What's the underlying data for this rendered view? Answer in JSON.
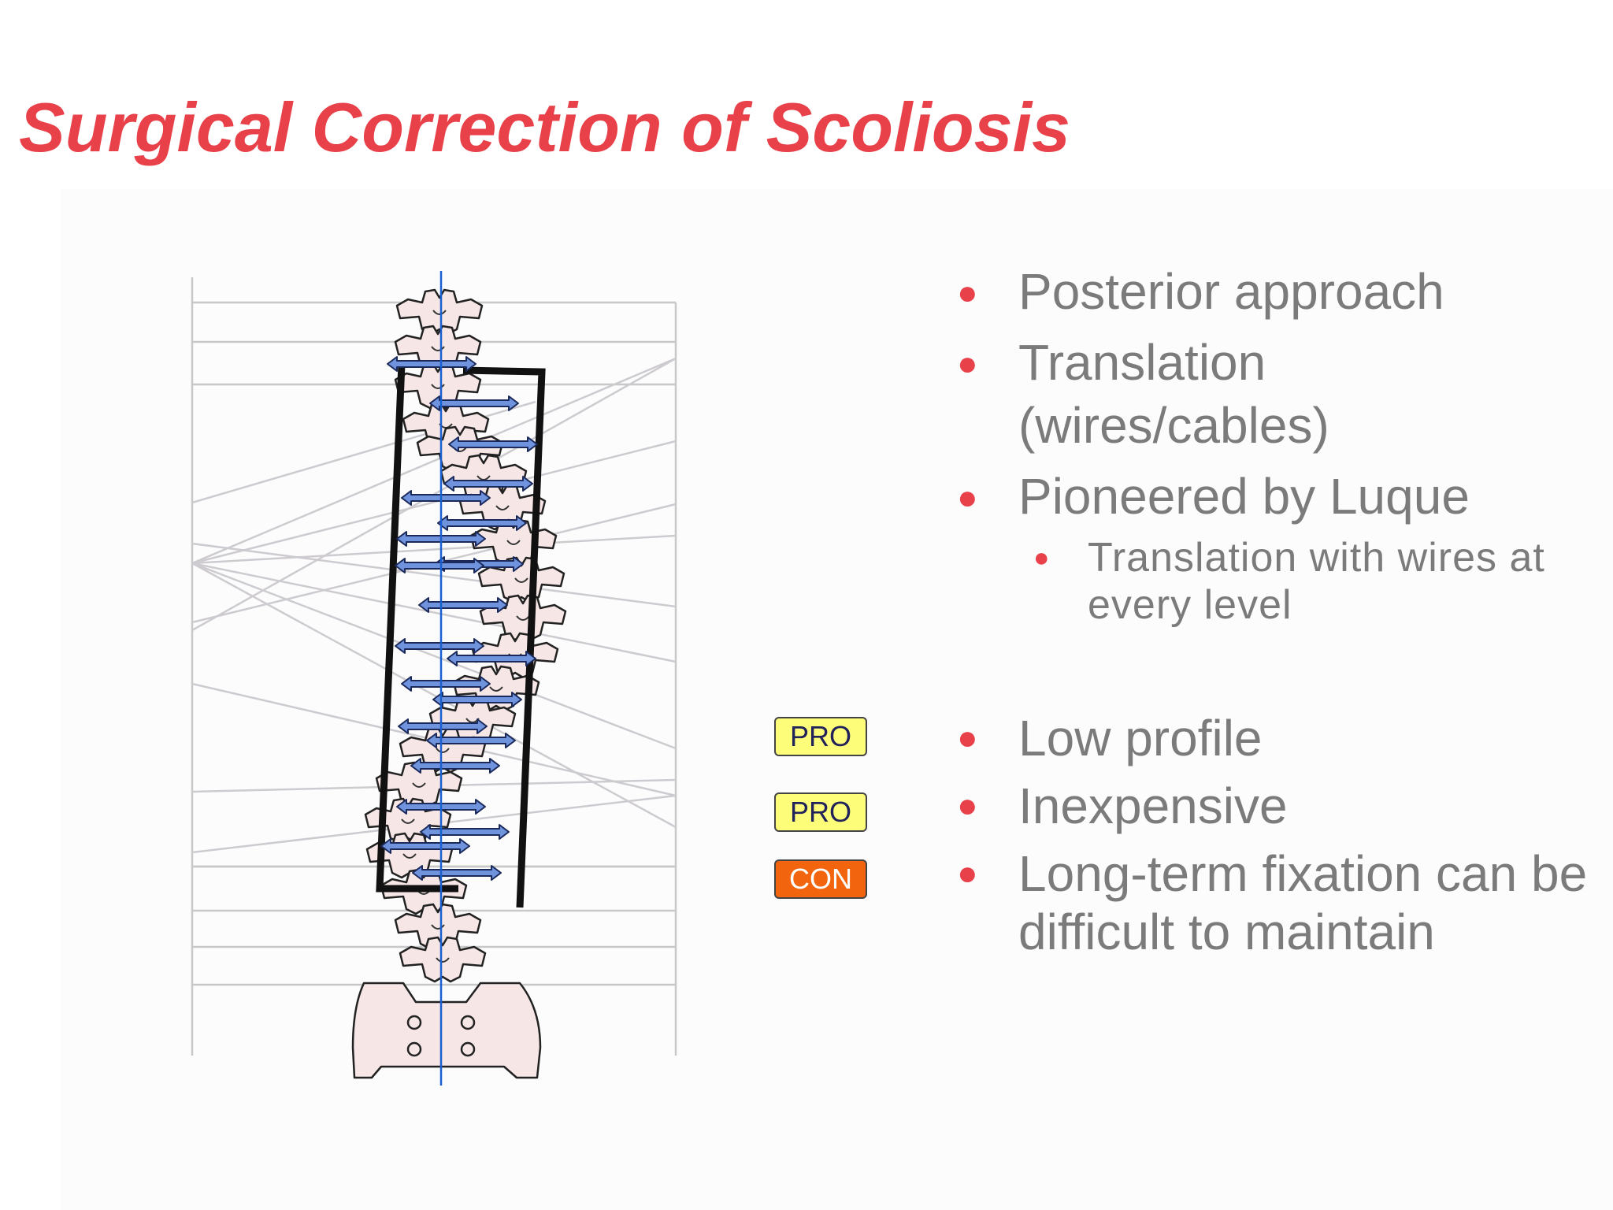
{
  "title": "Surgical Correction of Scoliosis",
  "bullets": [
    {
      "text": "Posterior approach"
    },
    {
      "text": "Translation (wires/cables)"
    },
    {
      "text": "Pioneered by Luque",
      "sub": [
        "Translation with wires at every level"
      ]
    }
  ],
  "pros_cons": [
    {
      "tag": "PRO",
      "text": "Low profile"
    },
    {
      "tag": "PRO",
      "text": "Inexpensive"
    },
    {
      "tag": "CON",
      "text": "Long-term fixation can be difficult to maintain"
    }
  ],
  "colors": {
    "title": "#e8414a",
    "bullet_dot": "#e8414a",
    "body_text": "#7b7b7b",
    "pro_tag": "#fefd7a",
    "con_tag": "#f2650e",
    "rod": "#111111",
    "wire_arrow": "#6f93dd",
    "midline": "#1a5fd0",
    "vertebra_fill": "#f7e6e6"
  },
  "diagram": {
    "subject": "spine-with-luque-rods",
    "icons": [
      "vertebra-icon",
      "sacrum-icon",
      "rod-icon",
      "wire-arrow-icon",
      "midline-icon"
    ]
  }
}
